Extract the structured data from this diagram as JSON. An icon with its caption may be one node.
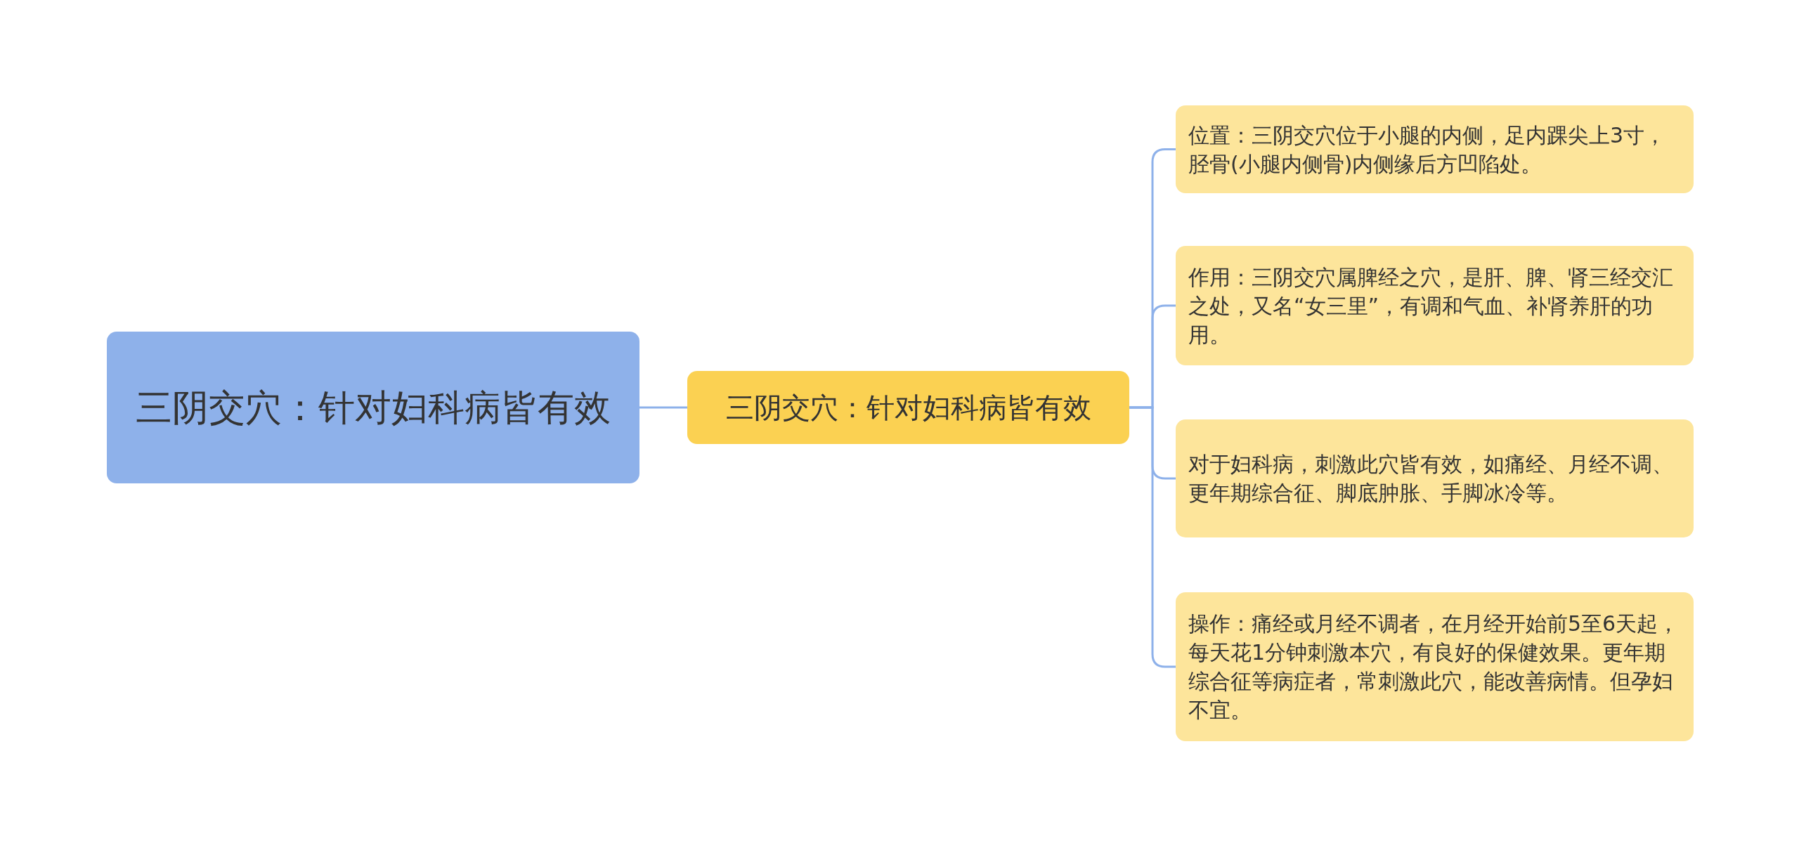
{
  "diagram": {
    "nodes": [
      {
        "text": [
          "三阴交穴：针对妇科病皆有效"
        ]
      },
      {
        "text": [
          "三阴交穴：针对妇科病皆有效"
        ]
      },
      {
        "text": [
          "位置：三阴交穴位于小腿的内侧，足内踝尖上3寸，胫骨(小腿内侧骨)内侧缘后方凹陷处。"
        ]
      },
      {
        "text": [
          "作用：三阴交穴属脾经之穴，是肝、脾、肾三经交汇之处，又名“女三里”，有调和气血、补肾养肝的功用。"
        ]
      },
      {
        "text": [
          "对于妇科病，刺激此穴皆有效，如痛经、月经不调、更年期综合征、脚底肿胀、手脚冰冷等。"
        ]
      },
      {
        "text": [
          "操作：痛经或月经不调者，在月经开始前5至6天起，每天花1分钟刺激本穴，有良好的保健效果。更年期综合征等病症者，常刺激此穴，能改善病情。但孕妇不宜。"
        ]
      }
    ],
    "edges": [
      {
        "from": 0,
        "to": 1,
        "arrow": "none"
      },
      {
        "from": 1,
        "to": 2,
        "arrow": "none"
      },
      {
        "from": 1,
        "to": 3,
        "arrow": "none"
      },
      {
        "from": 1,
        "to": 4,
        "arrow": "none"
      },
      {
        "from": 1,
        "to": 5,
        "arrow": "none"
      }
    ]
  }
}
